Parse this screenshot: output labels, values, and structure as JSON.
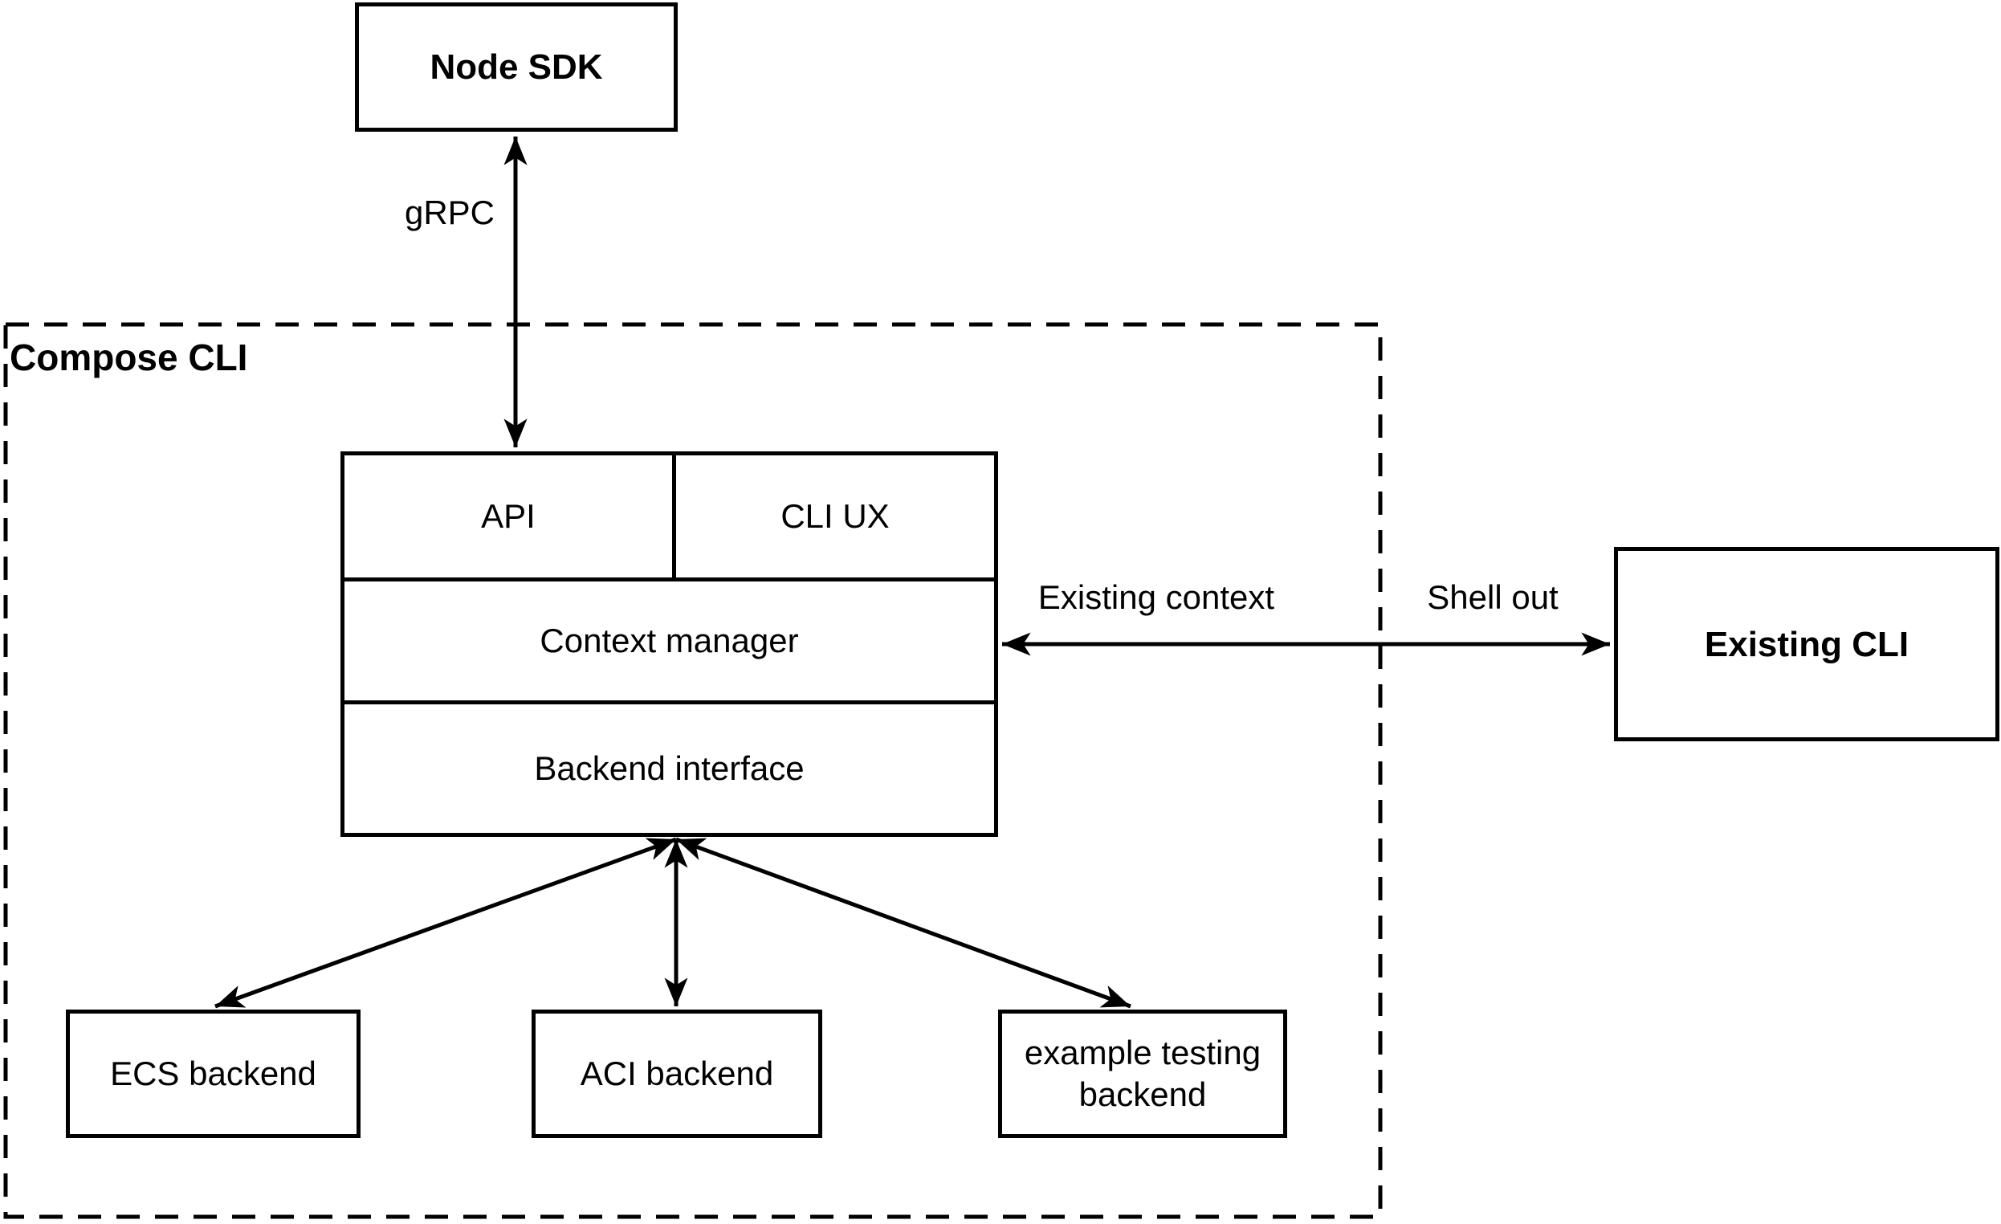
{
  "nodes": {
    "node_sdk": {
      "label": "Node SDK"
    },
    "compose_cli": {
      "label": "Compose CLI"
    },
    "api": {
      "label": "API"
    },
    "cli_ux": {
      "label": "CLI UX"
    },
    "context_manager": {
      "label": "Context manager"
    },
    "backend_interface": {
      "label": "Backend interface"
    },
    "existing_cli": {
      "label": "Existing CLI"
    },
    "ecs_backend": {
      "label": "ECS backend"
    },
    "aci_backend": {
      "label": "ACI backend"
    },
    "example_testing_backend": {
      "label": "example testing backend"
    }
  },
  "edge_labels": {
    "grpc": {
      "label": "gRPC"
    },
    "existing_context": {
      "label": "Existing context"
    },
    "shell_out": {
      "label": "Shell out"
    }
  },
  "colors": {
    "stroke": "#000000",
    "text": "#000000",
    "background": "#ffffff"
  }
}
